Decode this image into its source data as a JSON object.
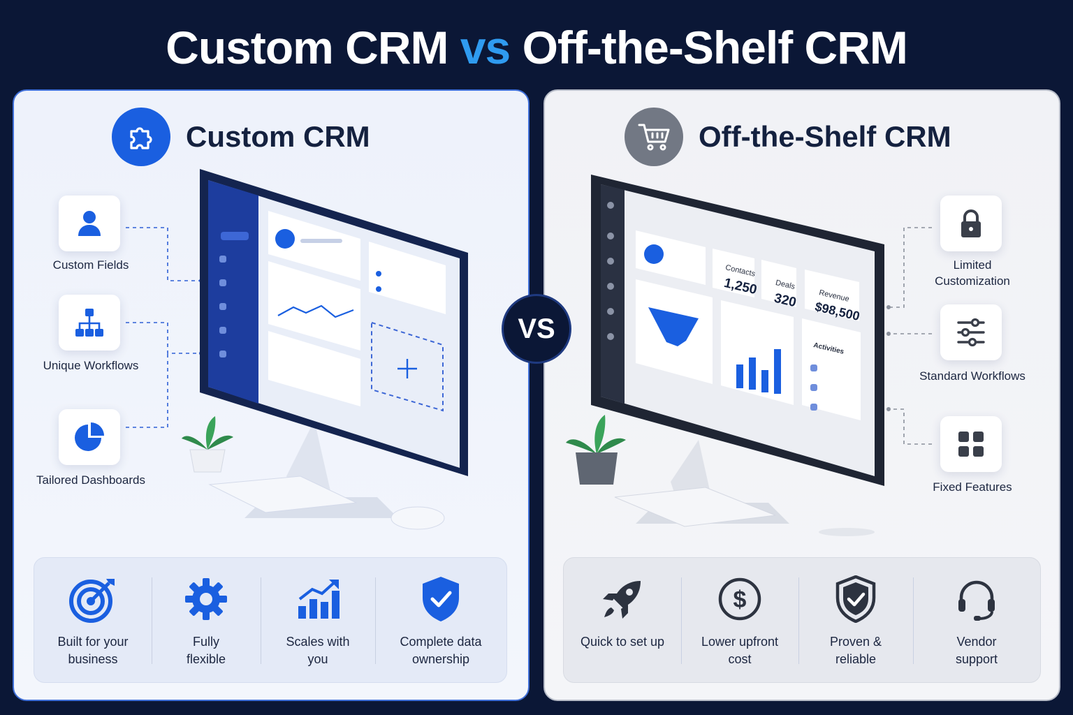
{
  "title": {
    "part1": "Custom CRM",
    "vs": "vs",
    "part2": "Off-the-Shelf CRM"
  },
  "vs_badge": "VS",
  "custom": {
    "title": "Custom CRM",
    "badge_icon": "puzzle-icon",
    "features": [
      {
        "label": "Custom Fields",
        "icon": "user-icon"
      },
      {
        "label": "Unique Workflows",
        "icon": "workflow-icon"
      },
      {
        "label": "Tailored Dashboards",
        "icon": "pie-chart-icon"
      }
    ],
    "benefits": [
      {
        "label": "Built for your business",
        "icon": "target-icon"
      },
      {
        "label": "Fully flexible",
        "icon": "gear-icon"
      },
      {
        "label": "Scales with you",
        "icon": "growth-chart-icon"
      },
      {
        "label": "Complete data ownership",
        "icon": "shield-check-icon"
      }
    ]
  },
  "offshelf": {
    "title": "Off-the-Shelf CRM",
    "badge_icon": "cart-icon",
    "features": [
      {
        "label": "Limited Customization",
        "icon": "lock-icon"
      },
      {
        "label": "Standard Workflows",
        "icon": "sliders-icon"
      },
      {
        "label": "Fixed Features",
        "icon": "grid-icon"
      }
    ],
    "screen": {
      "contacts_label": "Contacts",
      "contacts_value": "1,250",
      "deals_label": "Deals",
      "deals_value": "320",
      "revenue_label": "Revenue",
      "revenue_value": "$98,500",
      "activities_label": "Activities"
    },
    "benefits": [
      {
        "label": "Quick to set up",
        "icon": "rocket-icon"
      },
      {
        "label": "Lower upfront cost",
        "icon": "dollar-icon"
      },
      {
        "label": "Proven & reliable",
        "icon": "shield-check-icon"
      },
      {
        "label": "Vendor support",
        "icon": "headset-icon"
      }
    ]
  },
  "colors": {
    "background": "#0b1736",
    "accent_blue": "#1a5fe0",
    "title_vs": "#2f9bf0",
    "gray_badge": "#727884"
  }
}
